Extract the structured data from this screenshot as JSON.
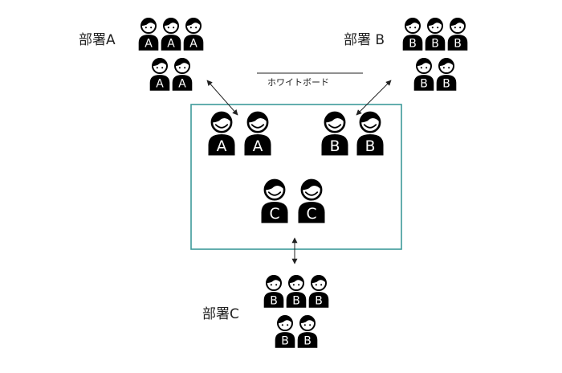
{
  "departments": {
    "a": {
      "label": "部署A",
      "member_letters": [
        "A",
        "A",
        "A",
        "A",
        "A"
      ]
    },
    "b": {
      "label": "部署 B",
      "member_letters": [
        "B",
        "B",
        "B",
        "B",
        "B"
      ]
    },
    "c": {
      "label": "部署C",
      "member_letters": [
        "B",
        "B",
        "B",
        "B",
        "B"
      ]
    }
  },
  "whiteboard": {
    "label": "ホワイトボード",
    "border_color": "#3d9a9a",
    "participants": [
      {
        "letter": "A",
        "face": "smile"
      },
      {
        "letter": "A",
        "face": "smile"
      },
      {
        "letter": "B",
        "face": "smile"
      },
      {
        "letter": "B",
        "face": "smile"
      },
      {
        "letter": "C",
        "face": "smile"
      },
      {
        "letter": "C",
        "face": "smile"
      }
    ]
  },
  "colors": {
    "figure": "#000000",
    "figure_letter": "#ffffff",
    "arrow": "#222222"
  }
}
